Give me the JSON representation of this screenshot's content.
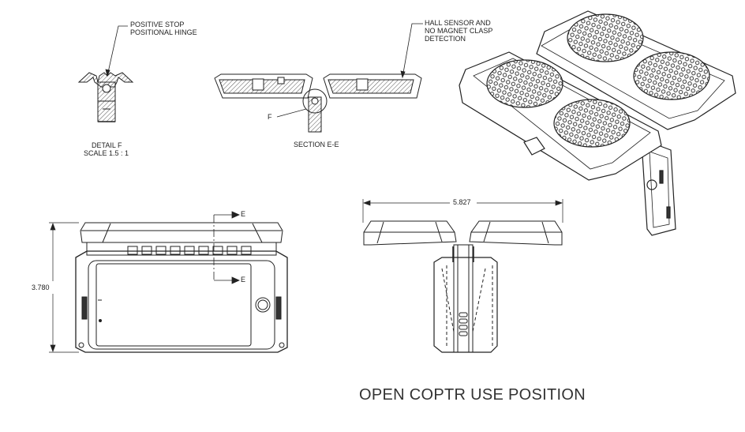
{
  "callouts": {
    "hinge_line1": "POSITIVE STOP",
    "hinge_line2": "POSITIONAL HINGE",
    "sensor_line1": "HALL SENSOR AND",
    "sensor_line2": "NO MAGNET CLASP",
    "sensor_line3": "DETECTION",
    "detail_ref": "F"
  },
  "detail": {
    "name": "DETAIL F",
    "scale": "SCALE 1.5 : 1"
  },
  "section": {
    "name": "SECTION E-E",
    "marker_top": "E",
    "marker_bottom": "E"
  },
  "dimensions": {
    "height": "3.780",
    "width": "5.827"
  },
  "title": "OPEN COPTR USE POSITION",
  "colors": {
    "line": "#222222",
    "hatch": "#555555",
    "iso_fill": "#ffffff"
  }
}
